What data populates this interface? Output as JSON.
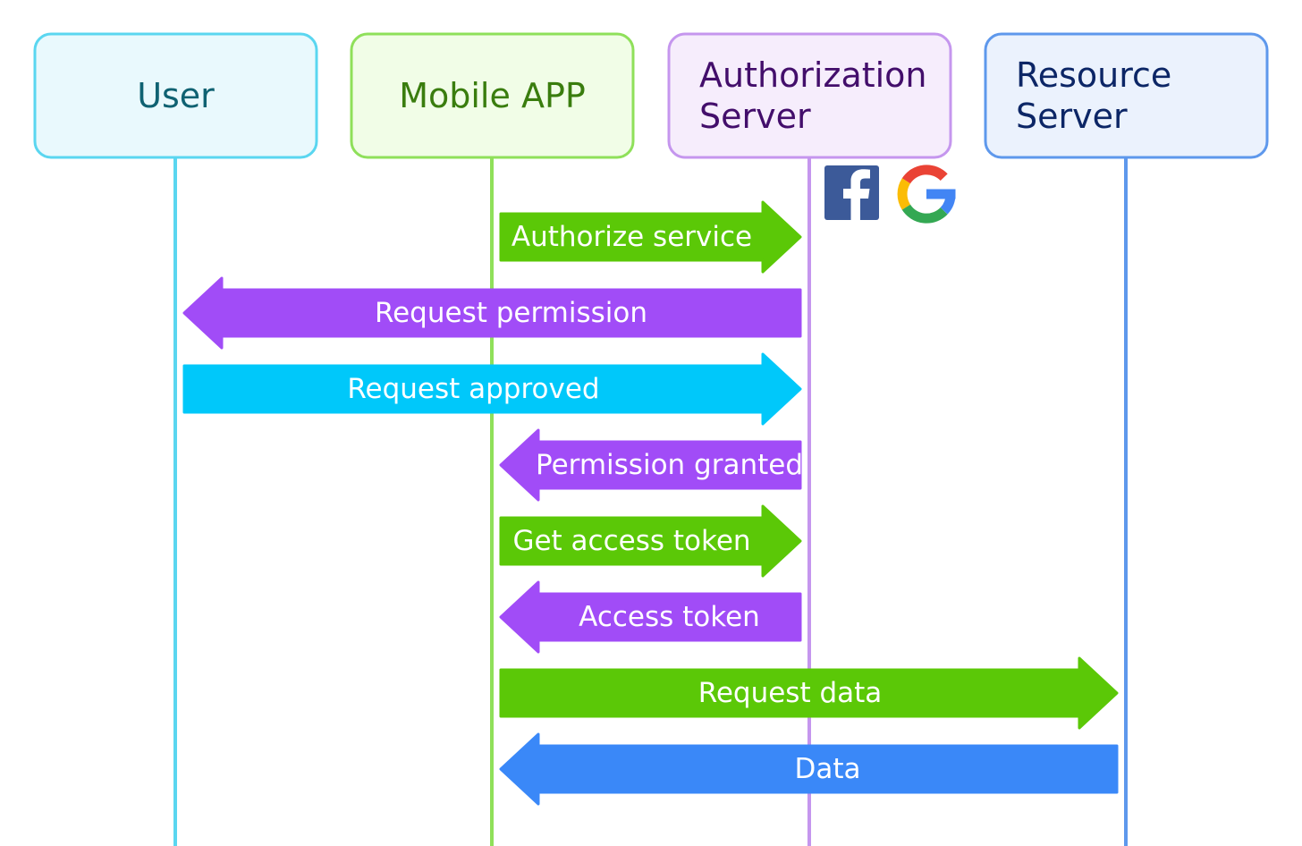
{
  "diagram": {
    "actors": [
      {
        "id": "user",
        "lines": [
          "User"
        ],
        "fill": "#e9f9fd",
        "stroke": "#5ad6f0",
        "text_color": "#0f6272",
        "lifeline": "#5ad6f0"
      },
      {
        "id": "mobile-app",
        "lines": [
          "Mobile APP"
        ],
        "fill": "#f1fde7",
        "stroke": "#8fe05a",
        "text_color": "#3a7d0e",
        "lifeline": "#8fe05a"
      },
      {
        "id": "authorization-server",
        "lines": [
          "Authorization",
          "Server"
        ],
        "fill": "#f6edfc",
        "stroke": "#c596ee",
        "text_color": "#430e6b",
        "lifeline": "#c596ee"
      },
      {
        "id": "resource-server",
        "lines": [
          "Resource",
          "Server"
        ],
        "fill": "#ebf2fd",
        "stroke": "#5e98ec",
        "text_color": "#0c2666",
        "lifeline": "#5e98ec"
      }
    ],
    "provider_icons": [
      {
        "name": "facebook-icon",
        "color": "#3c5a99"
      },
      {
        "name": "google-icon",
        "colors": [
          "#ea4335",
          "#fbbc05",
          "#34a853",
          "#4285f4"
        ]
      }
    ],
    "messages": [
      {
        "label": "Authorize service",
        "from": "mobile-app",
        "to": "authorization-server",
        "color": "#5bc807"
      },
      {
        "label": "Request permission",
        "from": "authorization-server",
        "to": "user",
        "color": "#a14cf7"
      },
      {
        "label": "Request approved",
        "from": "user",
        "to": "authorization-server",
        "color": "#00c8fa"
      },
      {
        "label": "Permission granted",
        "from": "authorization-server",
        "to": "mobile-app",
        "color": "#a14cf7"
      },
      {
        "label": "Get access token",
        "from": "mobile-app",
        "to": "authorization-server",
        "color": "#5bc807"
      },
      {
        "label": "Access token",
        "from": "authorization-server",
        "to": "mobile-app",
        "color": "#a14cf7"
      },
      {
        "label": "Request data",
        "from": "mobile-app",
        "to": "resource-server",
        "color": "#5bc807"
      },
      {
        "label": "Data",
        "from": "resource-server",
        "to": "mobile-app",
        "color": "#3a88f8"
      }
    ]
  }
}
